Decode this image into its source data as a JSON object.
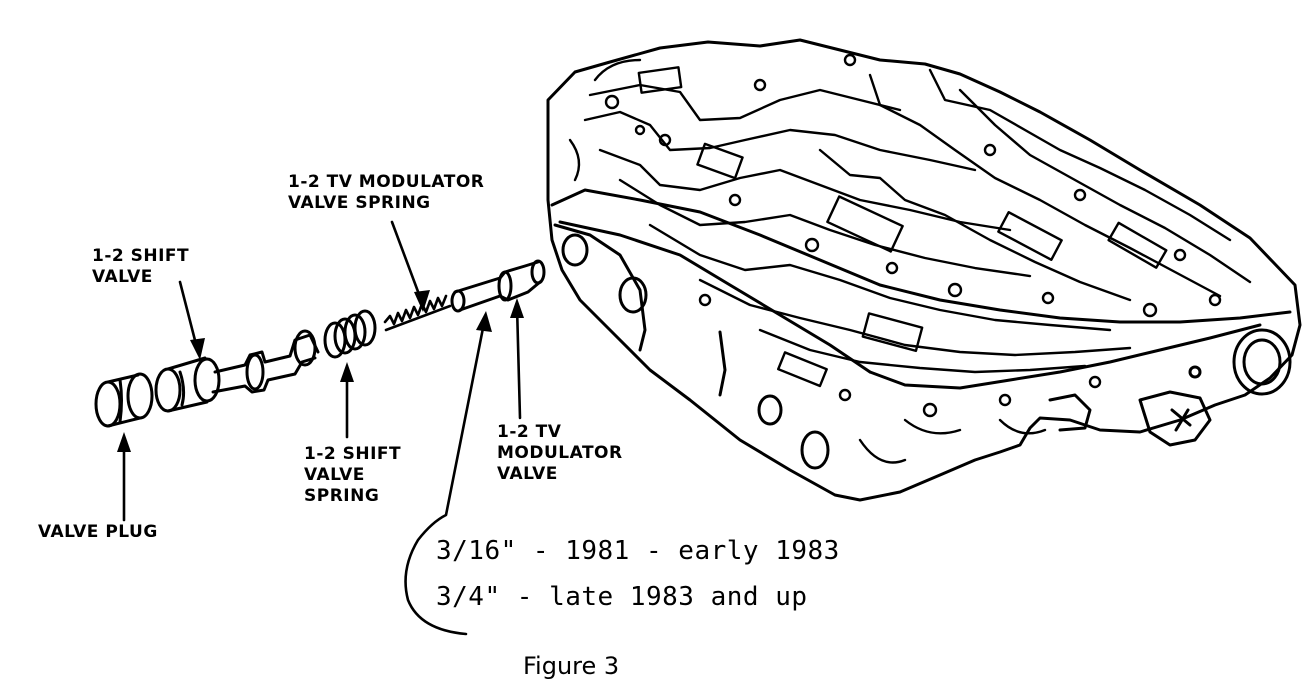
{
  "labels": {
    "modulator_spring": [
      "1-2 TV MODULATOR",
      "VALVE SPRING"
    ],
    "shift_valve": [
      "1-2 SHIFT",
      "VALVE"
    ],
    "shift_valve_spring": [
      "1-2 SHIFT",
      "VALVE",
      "SPRING"
    ],
    "modulator_valve": [
      "1-2 TV",
      "MODULATOR",
      "VALVE"
    ],
    "valve_plug": "VALVE PLUG"
  },
  "specs": [
    "3/16\" - 1981 - early 1983",
    "3/4\" - late 1983 and up"
  ],
  "caption": "Figure 3"
}
